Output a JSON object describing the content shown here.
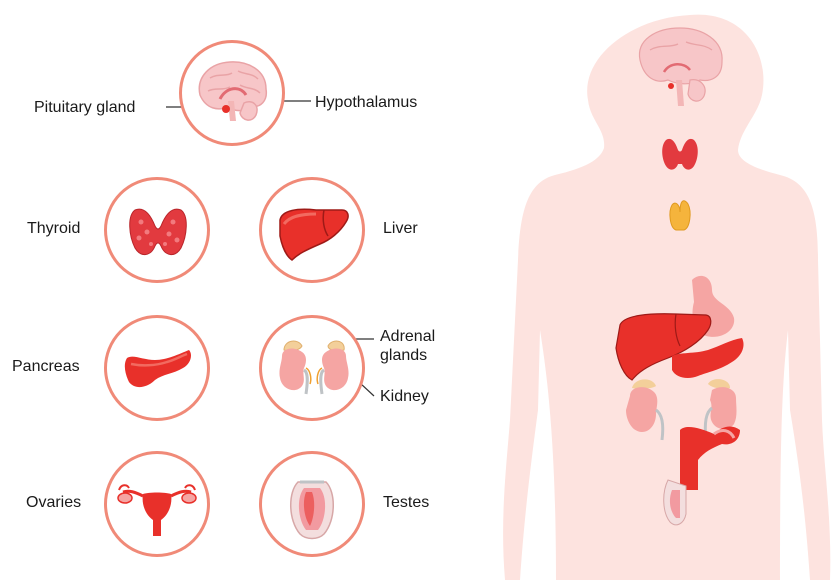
{
  "labels": {
    "pituitary": "Pituitary gland",
    "hypothalamus": "Hypothalamus",
    "thyroid": "Thyroid",
    "liver": "Liver",
    "pancreas": "Pancreas",
    "adrenal": [
      "Adrenal",
      "glands"
    ],
    "kidney": "Kidney",
    "ovaries": "Ovaries",
    "testes": "Testes"
  },
  "colors": {
    "ring": "#f08a78",
    "body_silhouette": "#fde3df",
    "organ_red": "#e8302a",
    "organ_pink": "#f5a5a3",
    "brain_pink": "#f7c6c8",
    "adrenal_tan": "#f3cf9a",
    "thyroid_orange": "#f5b43c"
  },
  "icons": [
    "brain-icon",
    "thyroid-icon",
    "liver-icon",
    "pancreas-icon",
    "kidney-adrenal-icon",
    "uterus-ovaries-icon",
    "testis-icon",
    "human-body-silhouette"
  ]
}
